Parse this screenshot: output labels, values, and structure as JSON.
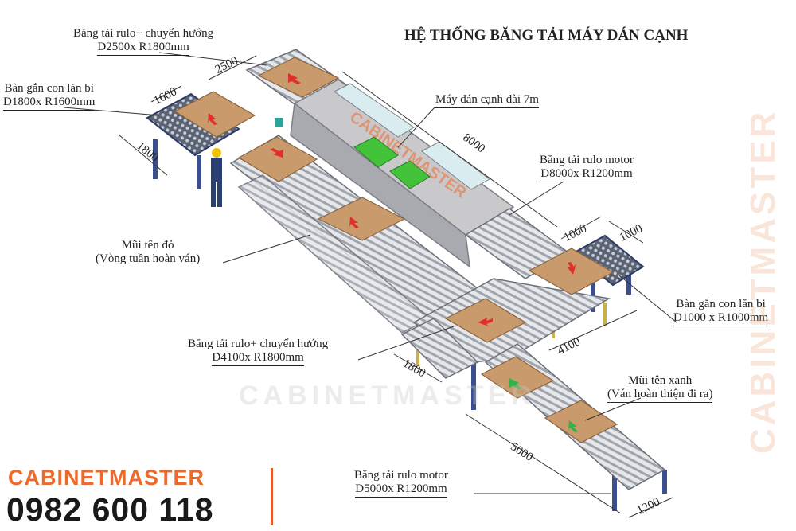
{
  "title": "HỆ THỐNG BĂNG TẢI MÁY DÁN CẠNH",
  "labels": {
    "conveyor_top_1": "Băng tải rulo+ chuyển hướng",
    "conveyor_top_2": "D2500x R1800mm",
    "ball_table_left_1": "Bàn gắn con lăn bi",
    "ball_table_left_2": "D1800x R1600mm",
    "machine": "Máy dán cạnh dài 7m",
    "motor_conveyor_top_1": "Băng tải rulo motor",
    "motor_conveyor_top_2": "D8000x R1200mm",
    "red_arrow_1": "Mũi tên đỏ",
    "red_arrow_2": "(Vòng tuần hoàn ván)",
    "ball_table_right_1": "Bàn gắn con lăn bi",
    "ball_table_right_2": "D1000 x R1000mm",
    "conveyor_mid_1": "Băng tải rulo+ chuyển hướng",
    "conveyor_mid_2": "D4100x R1800mm",
    "green_arrow_1": "Mũi tên xanh",
    "green_arrow_2": "(Ván hoàn thiện đi ra)",
    "motor_conveyor_bot_1": "Băng tải rulo motor",
    "motor_conveyor_bot_2": "D5000x R1200mm"
  },
  "dimensions": {
    "d2500": "2500",
    "d1600": "1600",
    "d1800_left": "1800",
    "d8000": "8000",
    "d1000_a": "1000",
    "d1000_b": "1000",
    "d4100": "4100",
    "d1800_mid": "1800",
    "d5000": "5000",
    "d1200": "1200"
  },
  "machine_watermark": "CABINETMASTER",
  "brand": {
    "name": "CABINETMASTER",
    "phone": "0982 600 118"
  },
  "colors": {
    "brand_orange": "#ee6a2a",
    "board": "#c99a6b",
    "frame_blue": "#3b4f8f",
    "red_arrow": "#e0302a",
    "green_arrow": "#2fb34a",
    "machine_grey": "#c9c9cc"
  }
}
